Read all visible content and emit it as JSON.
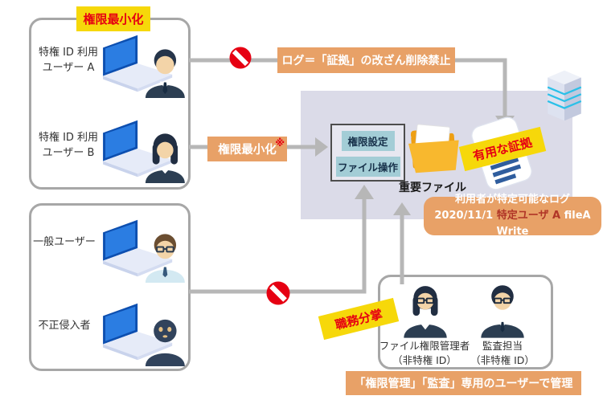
{
  "colors": {
    "accent_yellow": "#f6d80a",
    "accent_red": "#e60012",
    "accent_orange": "#e8a167",
    "panel_lavender": "#dbdbe8",
    "chip_teal": "#a3cdd6",
    "line_gray": "#b7b7b7",
    "log_user_red": "#b03527"
  },
  "left_top_group": {
    "badge": "権限最小化",
    "users": [
      {
        "label": "特権 ID 利用\nユーザー A"
      },
      {
        "label": "特権 ID 利用\nユーザー B"
      }
    ]
  },
  "left_bottom_group": {
    "users": [
      {
        "label": "一般ユーザー"
      },
      {
        "label": "不正侵入者"
      }
    ]
  },
  "flow": {
    "log_ban_label": "ログ＝「証拠」の改ざん削除禁止",
    "priv_min_label": "権限最小化",
    "priv_min_note": "※",
    "duty_separation_label": "職務分掌"
  },
  "system_panel": {
    "operations": [
      "権限設定",
      "ファイル操作"
    ],
    "folder_label": "重要ファイル",
    "evidence_label": "有用な証拠",
    "log_note": {
      "line1": "利用者が特定可能なログ",
      "date": "2020/11/1",
      "user": "特定ユーザ A",
      "action": "fileA Write"
    }
  },
  "admin_group": {
    "members": [
      {
        "label": "ファイル権限管理者\n（非特権 ID）"
      },
      {
        "label": "監査担当\n（非特権 ID）"
      }
    ],
    "caption": "「権限管理」「監査」専用のユーザーで管理"
  }
}
